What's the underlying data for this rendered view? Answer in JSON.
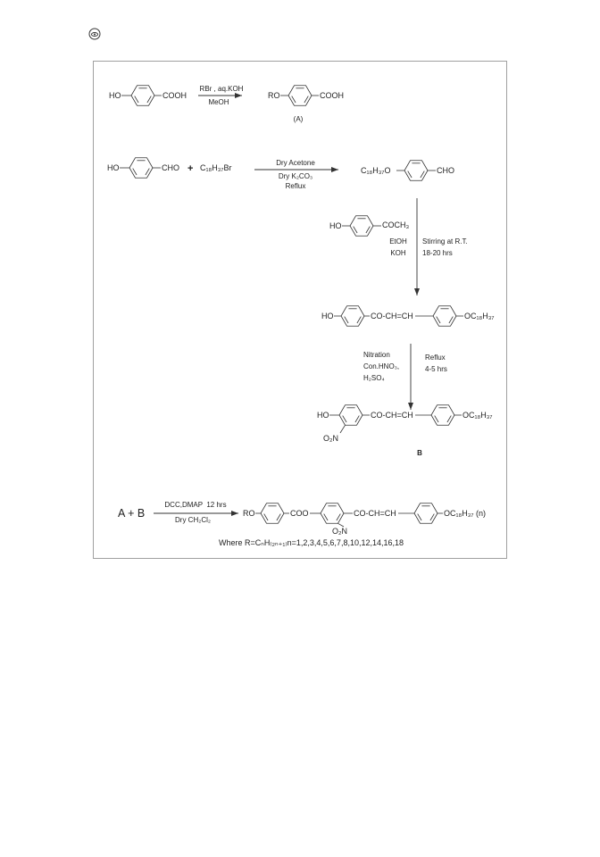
{
  "header_icon": "circle-eye-icon",
  "colors": {
    "border": "#a0a0a0",
    "ink": "#222222"
  },
  "scheme": {
    "step1": {
      "reactant_left": "HO",
      "reactant_right": "COOH",
      "reagent_above": "RBr , aq.KOH",
      "reagent_below": "MeOH",
      "product_left": "RO",
      "product_right": "COOH",
      "product_label": "(A)"
    },
    "step2": {
      "reactant_left": "HO",
      "reactant_right": "CHO",
      "plus": "+",
      "alkyl_halide": "C₁₈H₃₇Br",
      "reagent_above": "Dry Acetone",
      "reagent_below_1": "Dry K₂CO₃",
      "reagent_below_2": "Reflux",
      "product_left": "C₁₈H₃₇O",
      "product_right": "CHO"
    },
    "step3": {
      "reactant_left": "HO",
      "reactant_right": "COCH₃",
      "solvent_1": "EtOH",
      "solvent_2": "KOH",
      "condition_1": "Stirring at R.T.",
      "condition_2": "18-20 hrs",
      "product_left": "HO",
      "product_linker": "CO-CH=CH",
      "product_right": "OC₁₈H₃₇"
    },
    "step4": {
      "reagent_1": "Nitration",
      "reagent_2": "Con.HNO₃,",
      "reagent_3": "H₂SO₄",
      "condition_1": "Reflux",
      "condition_2": "4-5 hrs",
      "product_left": "HO",
      "product_linker": "CO-CH=CH",
      "product_right": "OC₁₈H₃₇",
      "nitro": "O₂N",
      "product_label": "B"
    },
    "step5": {
      "reactants": "A + B",
      "reagent_above": "DCC,DMAP  12 hrs",
      "reagent_below": "Dry CH₂Cl₂",
      "product_left": "RO",
      "ester_linker": "COO",
      "product_linker": "CO-CH=CH",
      "product_right": "OC₁₈H₃₇ (n)",
      "nitro": "O₂N",
      "footnote": "Where R=CₙH₍₂ₙ₊₁₎n=1,2,3,4,5,6,7,8,10,12,14,16,18"
    }
  }
}
